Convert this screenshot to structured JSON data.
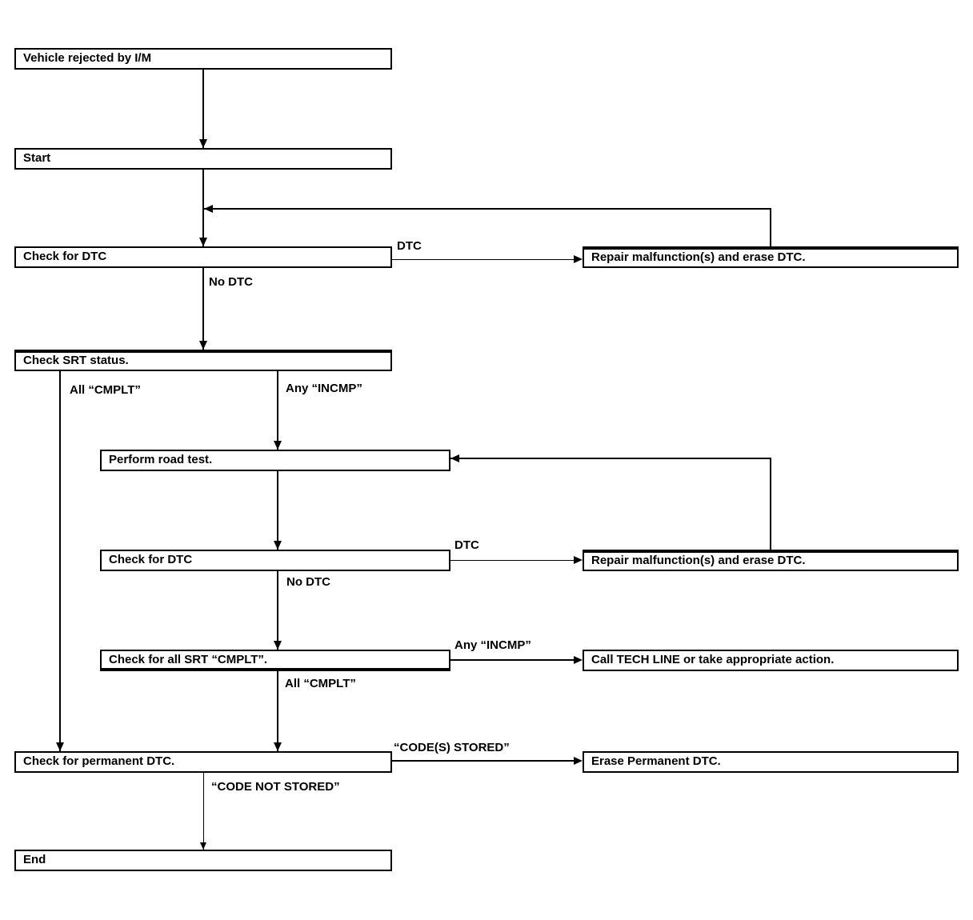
{
  "diagram": {
    "type": "flowchart",
    "colors": {
      "line": "#000000",
      "background": "#ffffff",
      "box_fill": "#ffffff",
      "text": "#000000"
    },
    "nodes": {
      "vehicle_rejected": {
        "label": "Vehicle rejected by I/M"
      },
      "start": {
        "label": "Start"
      },
      "check_dtc_1": {
        "label": "Check for DTC"
      },
      "repair_1": {
        "label": "Repair malfunction(s) and erase DTC."
      },
      "check_srt": {
        "label": "Check SRT status."
      },
      "perform_road_test": {
        "label": "Perform road test."
      },
      "check_dtc_2": {
        "label": "Check for DTC"
      },
      "repair_2": {
        "label": "Repair malfunction(s) and erase DTC."
      },
      "check_all_srt": {
        "label": "Check for all SRT “CMPLT”."
      },
      "call_tech_line": {
        "label": "Call TECH LINE or take appropriate action."
      },
      "check_permanent": {
        "label": "Check for permanent DTC."
      },
      "erase_permanent": {
        "label": "Erase Permanent DTC."
      },
      "end": {
        "label": "End"
      }
    },
    "edge_labels": {
      "dtc_1": "DTC",
      "no_dtc_1": "No DTC",
      "all_cmplt_1": "All “CMPLT”",
      "any_incmp_1": "Any “INCMP”",
      "dtc_2": "DTC",
      "no_dtc_2": "No DTC",
      "any_incmp_2": "Any “INCMP”",
      "all_cmplt_2": "All “CMPLT”",
      "codes_stored": "“CODE(S) STORED”",
      "code_not_stored": "“CODE NOT STORED”"
    }
  }
}
